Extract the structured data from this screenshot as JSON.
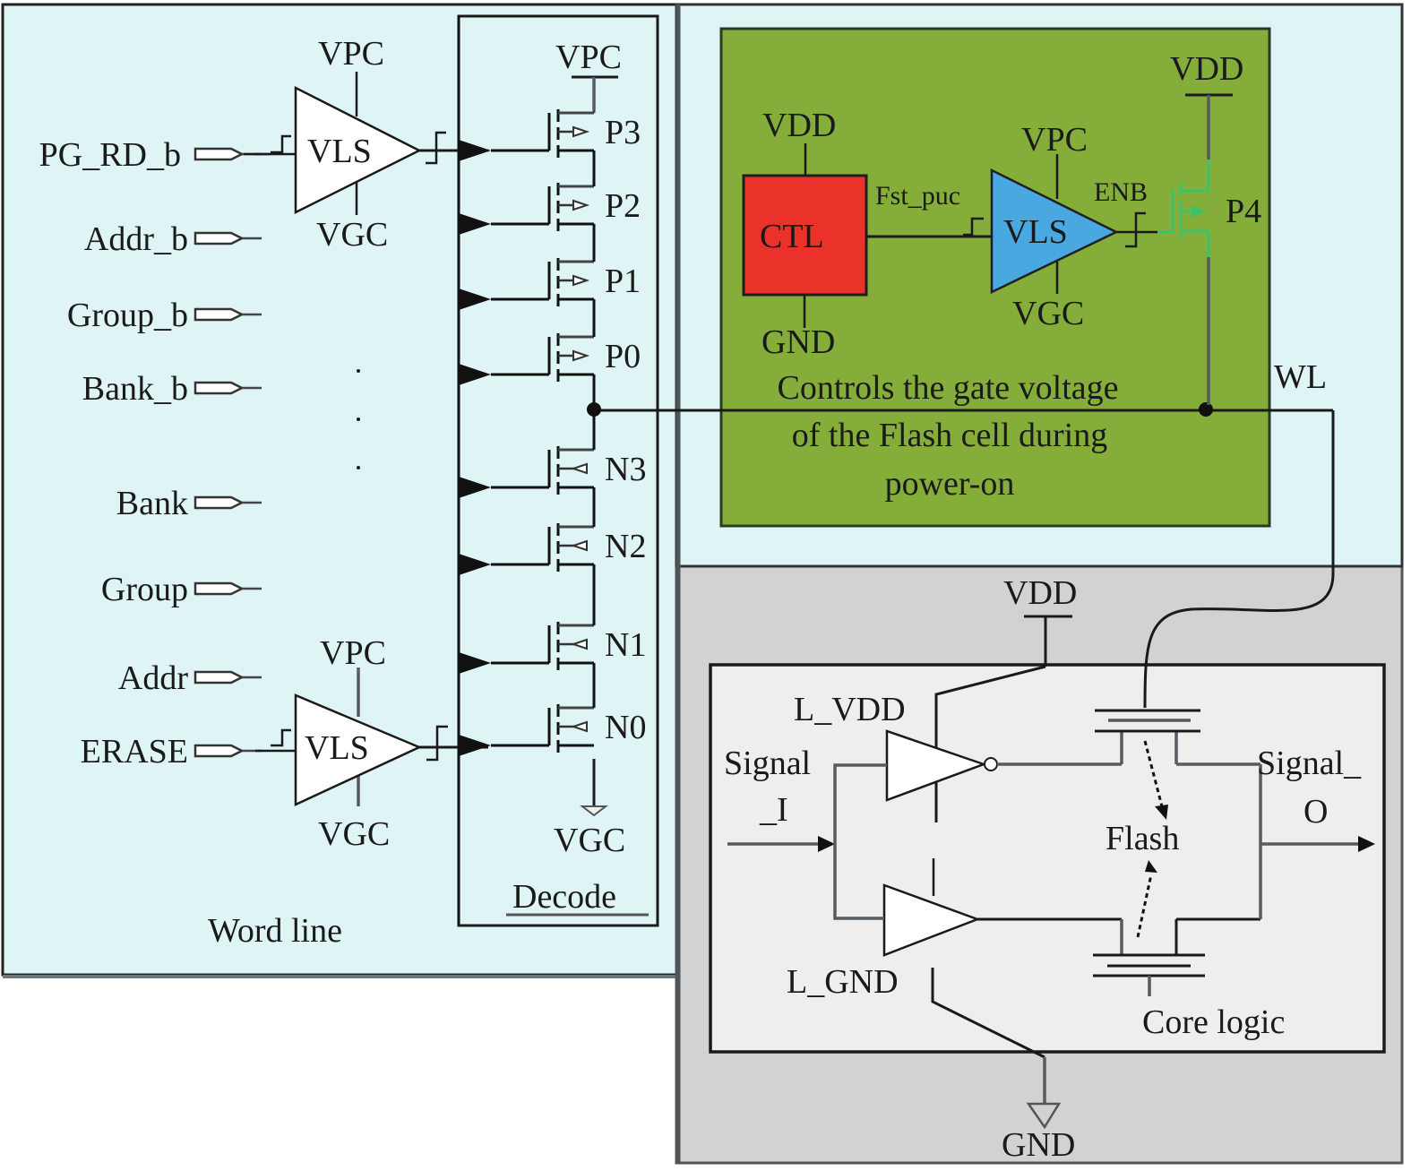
{
  "colors": {
    "wordline_bg": "#dff4f5",
    "control_bg": "#85ad3a",
    "ctl_block": "#ea322a",
    "vls_blue": "#4aa8e0",
    "core_outer_bg": "#d2d2d2",
    "core_inner_bg": "#eeeeec",
    "p4_green": "#3cc36a"
  },
  "wordline_panel": {
    "title": "Word line",
    "inputs": [
      "PG_RD_b",
      "Addr_b",
      "Group_b",
      "Bank_b",
      "Bank",
      "Group",
      "Addr",
      "ERASE"
    ],
    "vls_top": {
      "label": "VLS",
      "supply": "VPC",
      "ground": "VGC"
    },
    "vls_bottom": {
      "label": "VLS",
      "supply": "VPC",
      "ground": "VGC"
    },
    "ellipsis": "·"
  },
  "decode_panel": {
    "title": "Decode",
    "supply": "VPC",
    "ground": "VGC",
    "pmos": [
      "P3",
      "P2",
      "P1",
      "P0"
    ],
    "nmos": [
      "N3",
      "N2",
      "N1",
      "N0"
    ]
  },
  "control_panel": {
    "ctl_label": "CTL",
    "ctl_supply": "VDD",
    "ctl_ground": "GND",
    "signal_label": "Fst_puc",
    "vls": {
      "label": "VLS",
      "supply": "VPC",
      "ground": "VGC"
    },
    "enb_label": "ENB",
    "transistor": "P4",
    "p4_supply": "VDD",
    "description": [
      "Controls the gate voltage",
      "of the Flash cell during",
      "power-on"
    ],
    "wl_label": "WL"
  },
  "core_panel": {
    "supply": "VDD",
    "ground": "GND",
    "l_vdd": "L_VDD",
    "l_gnd": "L_GND",
    "input_label": [
      "Signal",
      "_I"
    ],
    "output_label": [
      "Signal_",
      "O"
    ],
    "flash_label": "Flash",
    "title": "Core logic"
  }
}
